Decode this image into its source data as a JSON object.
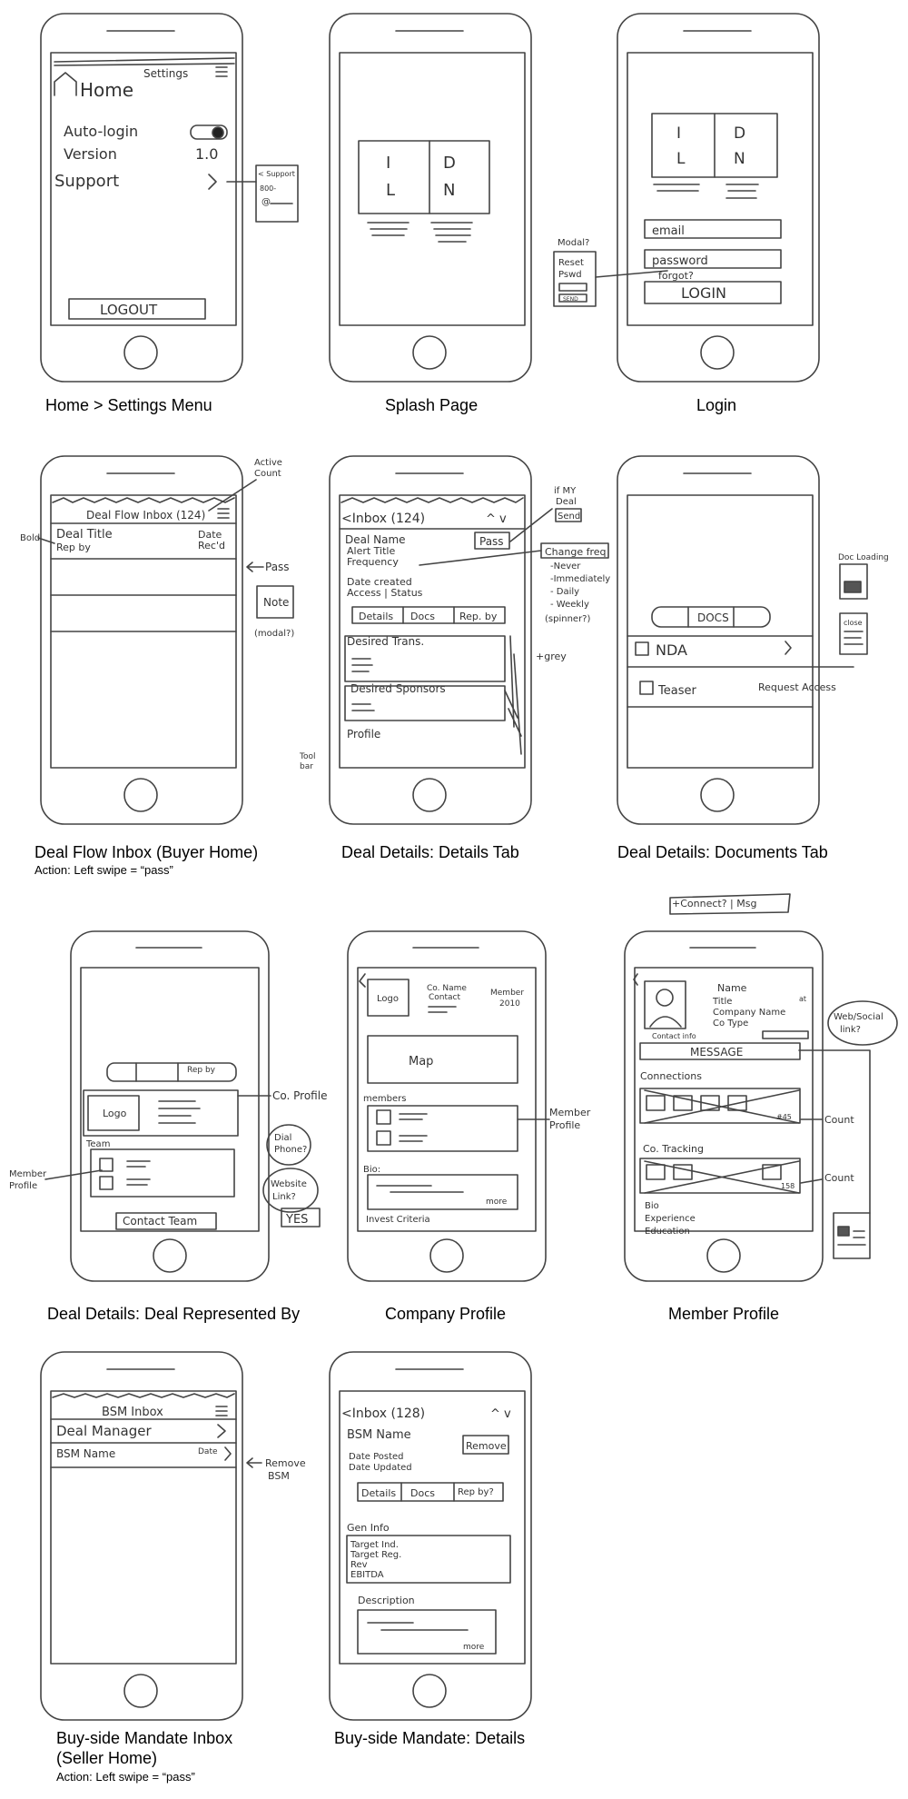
{
  "captions": {
    "c1": "Home > Settings Menu",
    "c2": "Splash Page",
    "c3": "Login",
    "c4": "Deal Flow Inbox (Buyer Home)",
    "c4_sub": "Action: Left swipe = “pass”",
    "c5": "Deal Details: Details Tab",
    "c6": "Deal Details: Documents Tab",
    "c7": "Deal Details: Deal Represented By",
    "c8": "Company Profile",
    "c9": "Member Profile",
    "c10a": "Buy-side Mandate Inbox",
    "c10b": "(Seller Home)",
    "c10_sub": "Action: Left swipe = “pass”",
    "c11": "Buy-side Mandate: Details"
  },
  "sketch": {
    "settings": {
      "title": "Settings",
      "home": "Home",
      "autologin": "Auto-login",
      "version": "Version",
      "version_val": "1.0",
      "support": "Support",
      "logout": "LOGOUT",
      "note_support": "< Support",
      "note_800": "800-",
      "note_at": "@"
    },
    "splash": {
      "i": "I",
      "d": "D",
      "l": "L",
      "n": "N"
    },
    "login": {
      "i": "I",
      "d": "D",
      "l": "L",
      "n": "N",
      "email": "email",
      "password": "password",
      "forgot": "forgot?",
      "login": "LOGIN",
      "modal": "Modal?",
      "reset": "Reset",
      "pswd": "Pswd",
      "send": "SEND"
    },
    "inbox": {
      "title": "Deal Flow Inbox (124)",
      "deal_title": "Deal Title",
      "rep_by": "Rep by",
      "date": "Date",
      "recd": "Rec'd",
      "bold": "Bold",
      "active": "Active",
      "count": "Count",
      "pass": "Pass",
      "note": "Note",
      "modal": "(modal?)"
    },
    "details": {
      "back": "<Inbox (124)",
      "arrows": "^ v",
      "deal_name": "Deal Name",
      "alert": "Alert Title",
      "freq": "Frequency",
      "date_created": "Date created",
      "access": "Access | Status",
      "pass": "Pass",
      "tab1": "Details",
      "tab2": "Docs",
      "tab3": "Rep. by",
      "desired_trans": "Desired Trans.",
      "desired_sponsors": "Desired Sponsors",
      "profile": "Profile",
      "tool": "Tool",
      "bar": "bar",
      "if_my": "if MY",
      "deal": "Deal",
      "send": "Send",
      "change_freq": "Change freq",
      "never": "-Never",
      "immediately": "-Immediately",
      "daily": "- Daily",
      "weekly": "- Weekly",
      "spinner": "(spinner?)",
      "grey": "+grey"
    },
    "docs": {
      "docs": "DOCS",
      "nda": "NDA",
      "teaser": "Teaser",
      "request": "Request Access",
      "doc_loading": "Doc Loading",
      "close": "close"
    },
    "repby": {
      "rep_by": "Rep by",
      "logo": "Logo",
      "team": "Team",
      "contact": "Contact Team",
      "co_profile": "Co. Profile",
      "dial": "Dial",
      "phone": "Phone?",
      "website": "Website",
      "link": "Link?",
      "yes": "YES",
      "member": "Member",
      "profile": "Profile"
    },
    "company": {
      "logo": "Logo",
      "co_name": "Co. Name",
      "contact": "Contact",
      "member": "Member",
      "since": "2010",
      "map": "Map",
      "members": "members",
      "bio": "Bio:",
      "more": "more",
      "invest": "Invest Criteria",
      "member_profile1": "Member",
      "member_profile2": "Profile"
    },
    "member": {
      "connect": "+Connect? | Msg",
      "name": "Name",
      "title": "Title",
      "at": "at",
      "company": "Company Name",
      "co_type": "Co Type",
      "contact_info": "Contact info",
      "message": "MESSAGE",
      "connections": "Connections",
      "tracking": "Co. Tracking",
      "num1": "#45",
      "num2": "158",
      "bio": "Bio",
      "experience": "Experience",
      "education": "Education",
      "count1": "Count",
      "count2": "Count",
      "web": "Web/Social",
      "link": "link?"
    },
    "bsm": {
      "title": "BSM Inbox",
      "manager": "Deal Manager",
      "bsm_name": "BSM Name",
      "date": "Date",
      "remove1": "Remove",
      "remove2": "BSM"
    },
    "bsmdet": {
      "back": "<Inbox (128)",
      "arrows": "^ v",
      "name": "BSM Name",
      "posted": "Date Posted",
      "updated": "Date Updated",
      "remove": "Remove",
      "tab1": "Details",
      "tab2": "Docs",
      "tab3": "Rep by?",
      "gen_info": "Gen Info",
      "target_ind": "Target Ind.",
      "target_reg": "Target Reg.",
      "rev": "Rev",
      "ebitda": "EBITDA",
      "description": "Description",
      "more": "more"
    }
  }
}
